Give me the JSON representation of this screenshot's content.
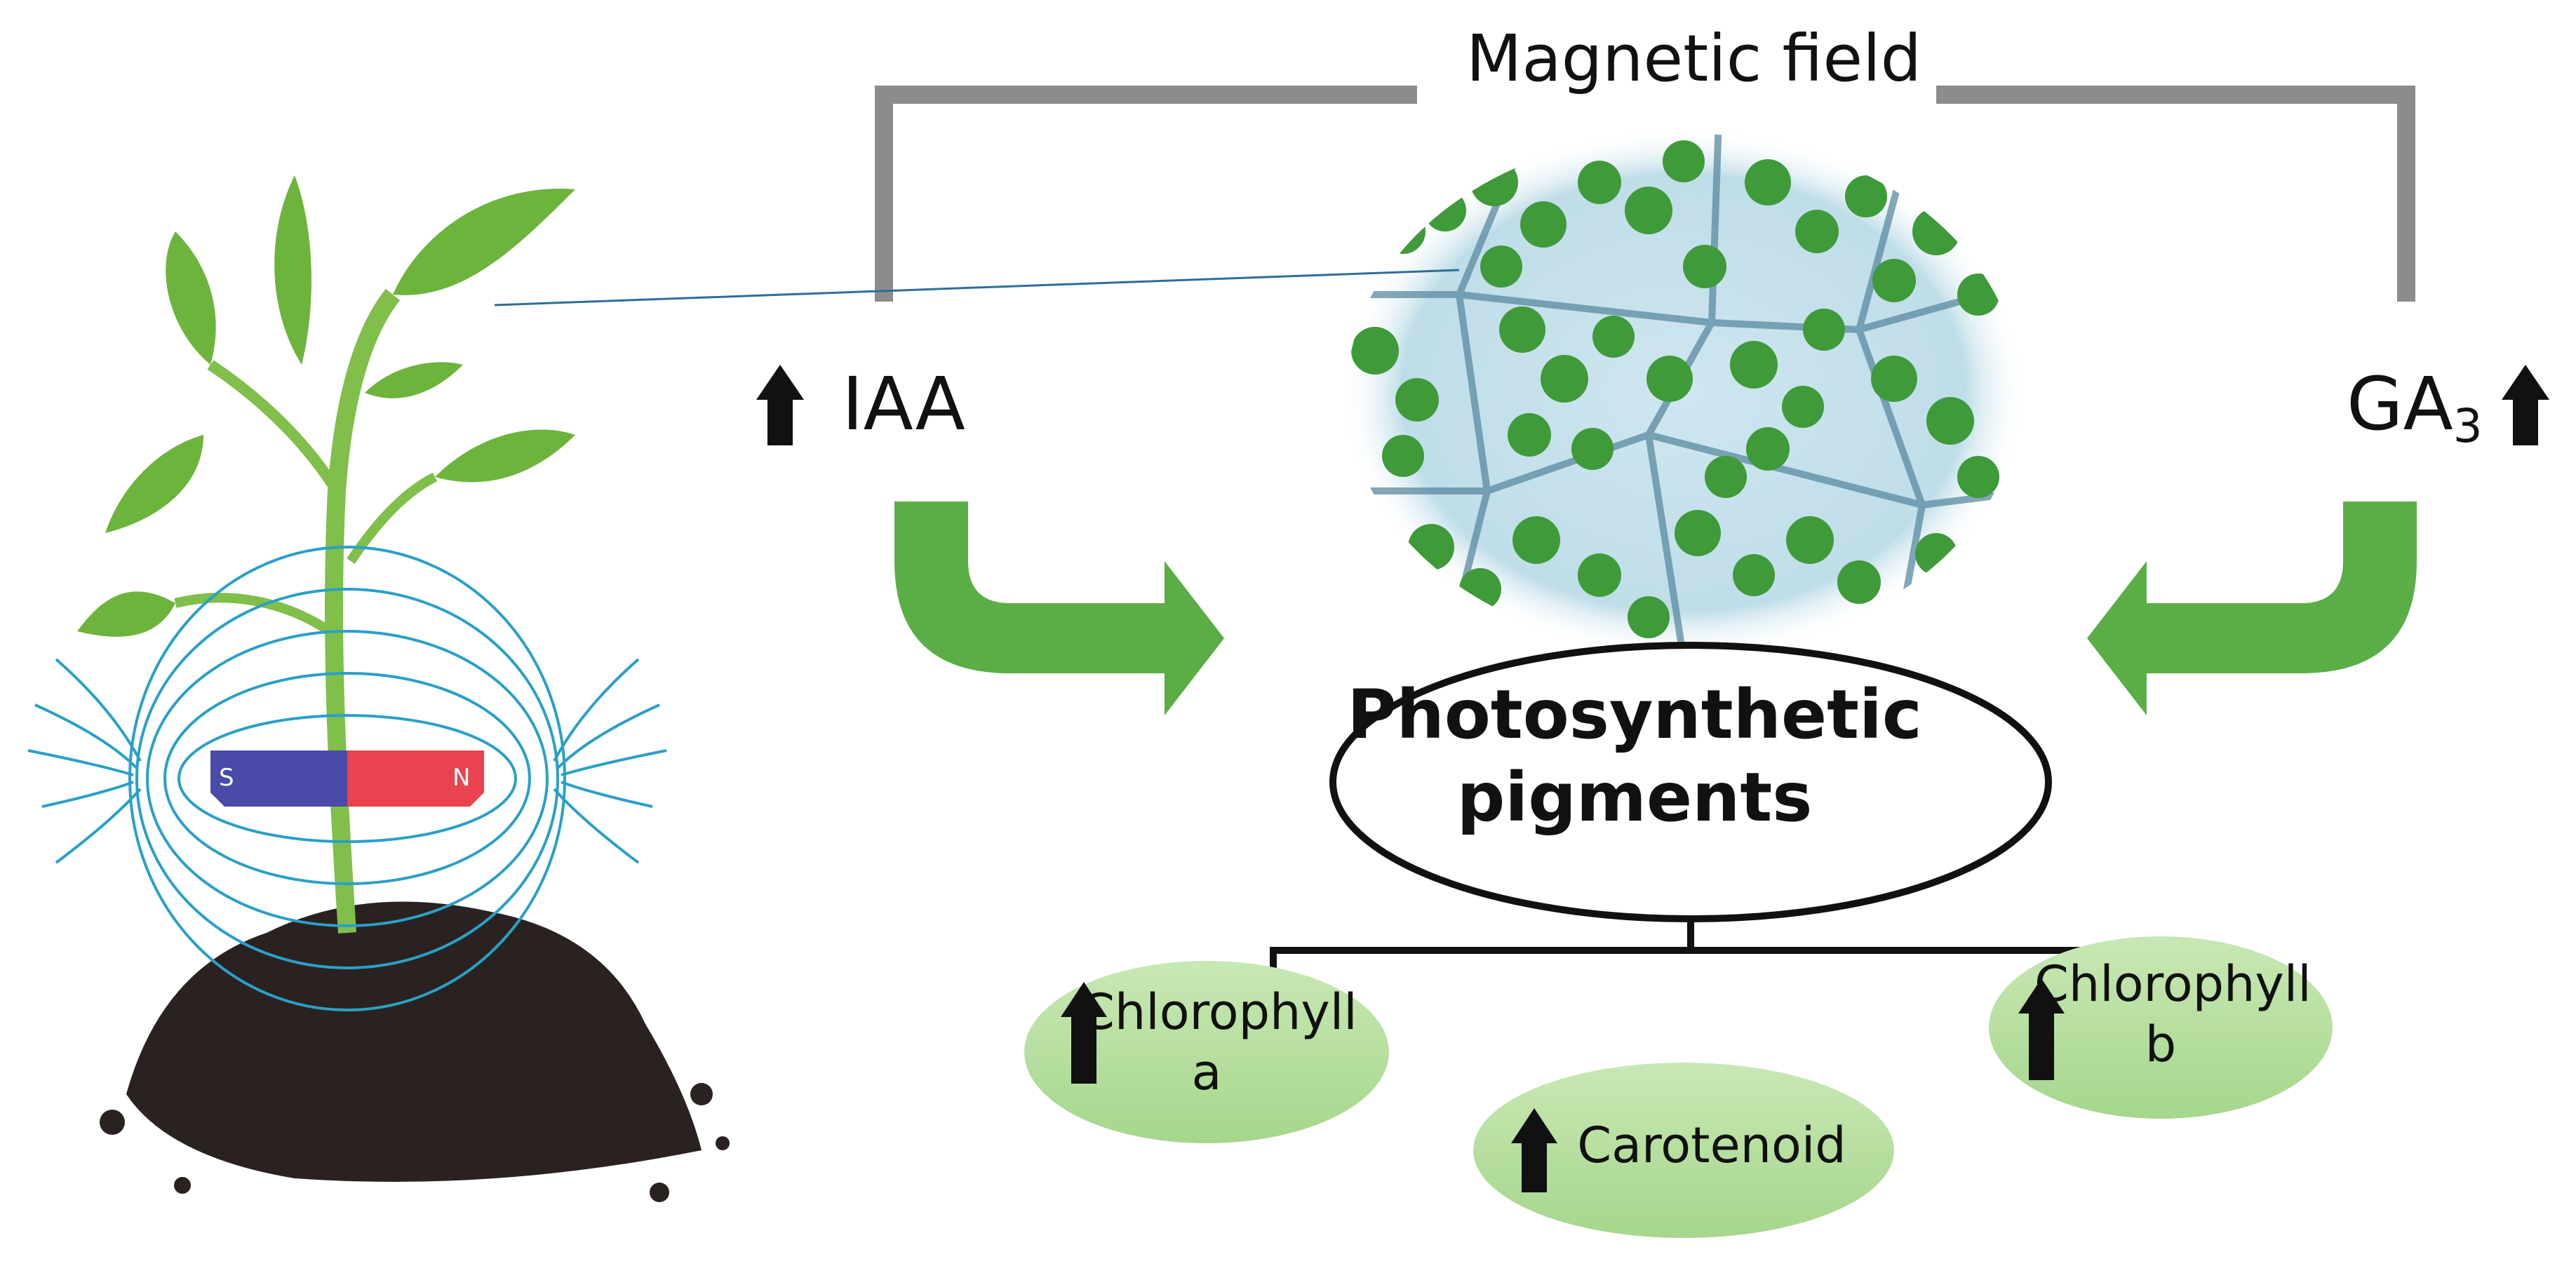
{
  "diagram": {
    "title": "Magnetic field",
    "left_hormone": "IAA",
    "right_hormone": {
      "base": "GA",
      "subscript": "3"
    },
    "center_node": {
      "line1": "Photosynthetic",
      "line2": "pigments"
    },
    "pigments": [
      {
        "line1": "Chlorophyll",
        "line2": "a"
      },
      {
        "line1": "Carotenoid",
        "line2": ""
      },
      {
        "line1": "Chlorophyll",
        "line2": "b"
      }
    ],
    "magnet": {
      "south": "S",
      "north": "N"
    }
  },
  "colors": {
    "bracket": "#8c8c8c",
    "arrow_green": "#5aae45",
    "ellipse_fill": "#b6dea0",
    "cell_green": "#3f9a3a",
    "cell_bg": "#cfe4ee",
    "field_line": "#2aa0c8",
    "magnet_blue": "#4a4aa8",
    "magnet_red": "#e8434f"
  },
  "icons": [
    "up-arrow-icon",
    "curved-arrow-icon",
    "bar-magnet-icon",
    "plant-icon",
    "soil-icon",
    "cell-micrograph-icon"
  ]
}
